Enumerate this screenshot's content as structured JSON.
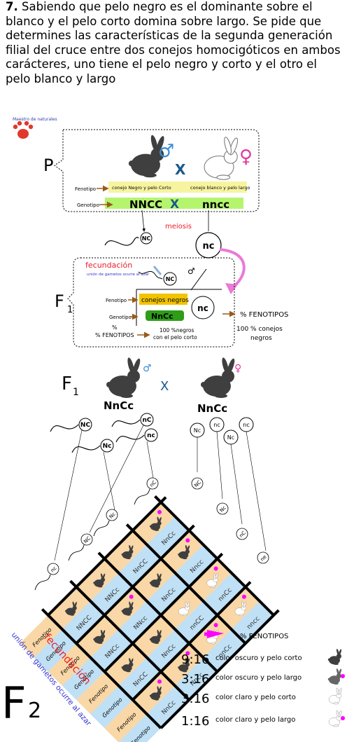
{
  "statement": {
    "number": "7.",
    "text": "Sabiendo que pelo negro es el dominante sobre el blanco y el pelo corto domina sobre largo. Se pide que determines las características de la segunda generación filial del cruce entre dos conejos homocigóticos en ambos carácteres, uno tiene el pelo negro y corto y el otro el pelo blanco y largo"
  },
  "logo": {
    "text": "Maestro de naturales"
  },
  "p_section": {
    "label": "P",
    "male_symbol": "♂",
    "female_symbol": "♀",
    "cross": "X",
    "fenotipo_label": "Fenotipo",
    "male_phenotype": "conejo Negro y pelo Corto",
    "female_phenotype": "conejo blanco y pelo largo",
    "genotipo_label": "Genotipo",
    "male_genotype": "NNCC",
    "female_genotype": "nncc",
    "meiosis": "meiosis",
    "gamete_male": "NC",
    "gamete_female": "nc"
  },
  "f1_section": {
    "label": "F",
    "sub": "1",
    "fecundacion": "fecundación",
    "union": "unión de gametos ocurre al azar",
    "gamete_male": "NC",
    "gamete_female": "nc",
    "fenotipo_label": "Fenotipo",
    "phenotype": "conejos negros",
    "genotipo_label": "Genotipo",
    "genotype": "NnCc",
    "pct_label": "% FENOTIPOS",
    "pct_value": "100 %negros con el pelo corto",
    "arrow_label": "% FENOTIPOS",
    "arrow_value": "100 % conejos negros"
  },
  "f1_cross": {
    "label": "F",
    "sub": "1",
    "male_symbol": "♂",
    "female_symbol": "♀",
    "cross": "X",
    "male_genotype": "NnCc",
    "female_genotype": "NnCc",
    "male_gametes": [
      "NC",
      "nC",
      "Nc",
      "nc"
    ],
    "female_gametes": [
      "Nc",
      "nc",
      "Nc",
      "nc"
    ],
    "grid_col_gametes": [
      "nc",
      "NC",
      "Nc",
      "nC"
    ],
    "grid_row_gametes": [
      "NC",
      "Nc",
      "nC",
      "ne"
    ]
  },
  "punnett": {
    "rows": [
      [
        "NNCC",
        "NNCc",
        "NnCC",
        "NnCc"
      ],
      [
        "NNCc",
        "NNcc",
        "NnCc",
        "Nncc"
      ],
      [
        "NnCC",
        "NnCc",
        "nnCC",
        "nnCc"
      ],
      [
        "NnCc",
        "Nncc",
        "nnCc",
        "nncc"
      ]
    ],
    "fenotipo_label": "Fenotipo",
    "genotipo_label": "Genotipo"
  },
  "f2_section": {
    "label": "F",
    "sub": "2",
    "fecundacion": "fecundación",
    "union": "unión de gametos ocurre al azar",
    "pct_label": "% FENOTIPOS",
    "results": [
      {
        "ratio": "9:16",
        "desc": "color oscuro y pelo corto"
      },
      {
        "ratio": "3:16",
        "desc": "color oscuro y pelo largo"
      },
      {
        "ratio": "3:16",
        "desc": "color claro y pelo corto"
      },
      {
        "ratio": "1:16",
        "desc": "color claro y pelo largo"
      }
    ]
  },
  "colors": {
    "accent_red": "#e8202a",
    "accent_blue": "#3131d4",
    "male_blue": "#3a8fd6",
    "female_pink": "#e0399e",
    "magenta": "#ff00ff",
    "yellow_band": "#f7f4a0",
    "green_band": "#b5f56e",
    "orange_box": "#f2c400",
    "green_box": "#2e9d18",
    "peach_strip": "#f9d7a6",
    "blue_strip": "#bfe0f5"
  }
}
